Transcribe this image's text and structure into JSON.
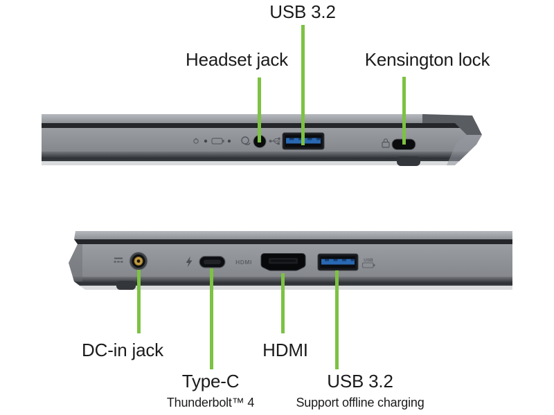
{
  "colors": {
    "annotation_green": "#7dc243",
    "usb_port_blue": "#2968b2",
    "label_text": "#1b1b1d"
  },
  "top_view": {
    "callouts": {
      "usb": {
        "label": "USB 3.2"
      },
      "headset": {
        "label": "Headset jack"
      },
      "kensington": {
        "label": "Kensington lock"
      }
    }
  },
  "bottom_view": {
    "engravings": {
      "hdmi": "HDMI",
      "usb": "USB"
    },
    "callouts": {
      "dc_in": {
        "label": "DC-in jack"
      },
      "type_c": {
        "label": "Type-C",
        "sublabel": "Thunderbolt™ 4"
      },
      "hdmi": {
        "label": "HDMI"
      },
      "usb": {
        "label": "USB 3.2",
        "sublabel": "Support offline charging"
      }
    }
  }
}
